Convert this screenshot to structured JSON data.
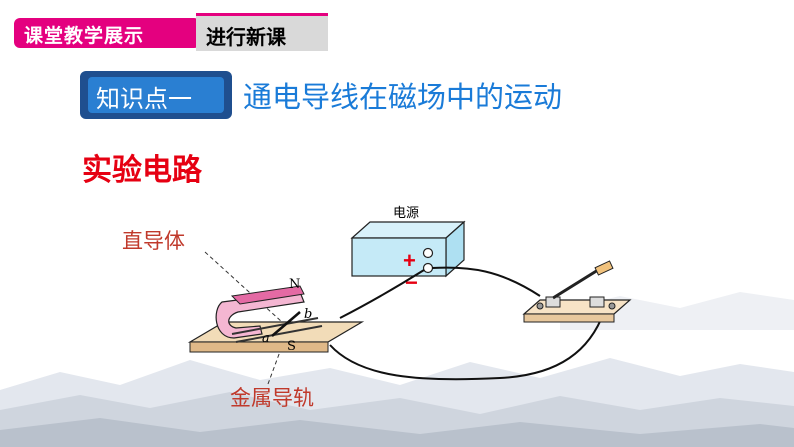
{
  "header": {
    "section_tab": "课堂教学展示",
    "current_tab": "进行新课"
  },
  "knowledge_point": {
    "badge": "知识点一",
    "title": "通电导线在磁场中的运动"
  },
  "section_title": "实验电路",
  "diagram": {
    "label_conductor": "直导体",
    "label_rails": "金属导轨",
    "label_power": "电源",
    "label_plus": "+",
    "label_minus": "−",
    "label_north": "N",
    "label_south": "S",
    "label_a": "a",
    "label_b": "b"
  },
  "colors": {
    "magenta": "#e4007f",
    "badge_dark": "#1f4f8f",
    "badge_light": "#2a7fd2",
    "title_blue": "#1a7bd8",
    "red": "#e60012"
  }
}
